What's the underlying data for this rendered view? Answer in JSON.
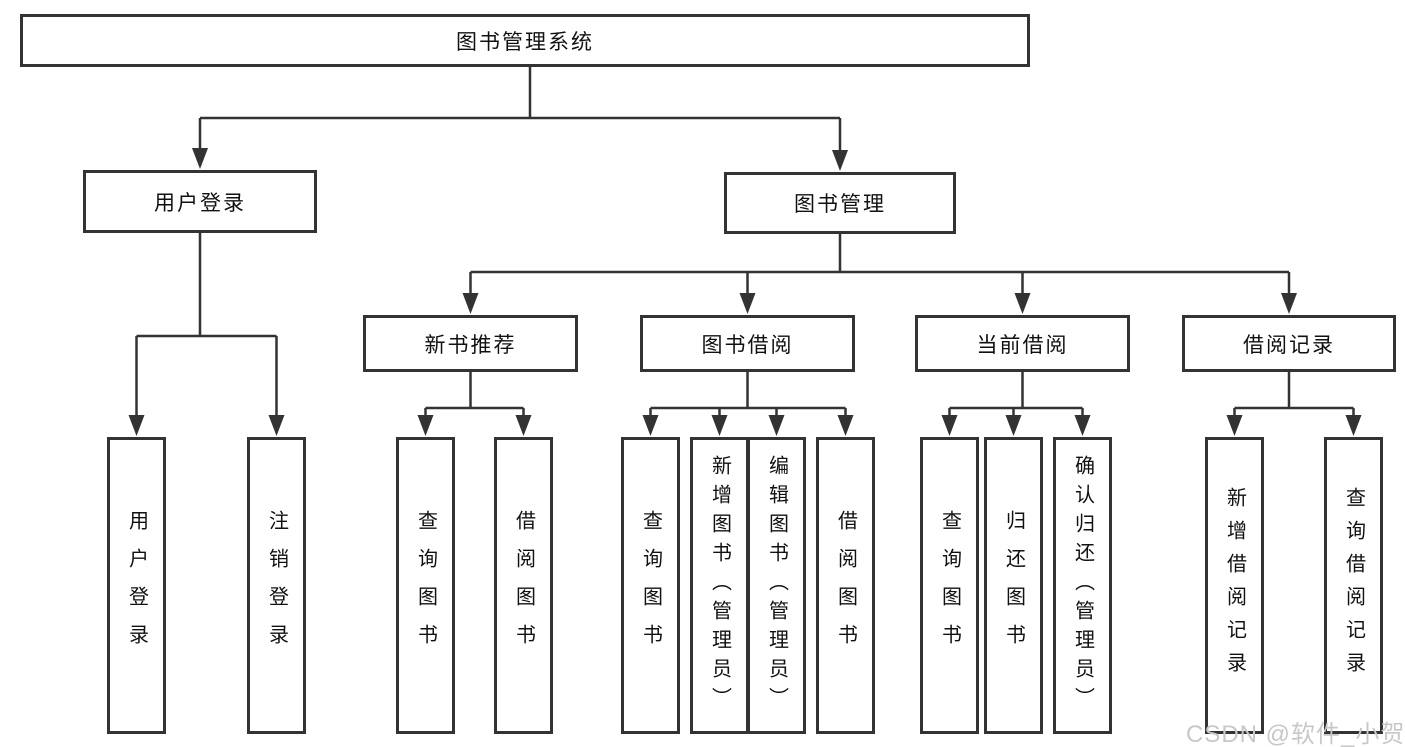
{
  "diagram": {
    "type": "hierarchy-tree",
    "root": {
      "label": "图书管理系统"
    },
    "branches": [
      {
        "label": "用户登录",
        "children": [
          {
            "label": "用户登录"
          },
          {
            "label": "注销登录"
          }
        ]
      },
      {
        "label": "图书管理",
        "children": [
          {
            "label": "新书推荐",
            "children": [
              {
                "label": "查询图书"
              },
              {
                "label": "借阅图书"
              }
            ]
          },
          {
            "label": "图书借阅",
            "children": [
              {
                "label": "查询图书"
              },
              {
                "label": "新增图书（管理员）"
              },
              {
                "label": "编辑图书（管理员）"
              },
              {
                "label": "借阅图书"
              }
            ]
          },
          {
            "label": "当前借阅",
            "children": [
              {
                "label": "查询图书"
              },
              {
                "label": "归还图书"
              },
              {
                "label": "确认归还（管理员）"
              }
            ]
          },
          {
            "label": "借阅记录",
            "children": [
              {
                "label": "新增借阅记录"
              },
              {
                "label": "查询借阅记录"
              }
            ]
          }
        ]
      }
    ]
  },
  "watermark": {
    "text": "CSDN @软件_小贺同学"
  },
  "colors": {
    "line": "#333333",
    "box_border": "#333333",
    "text": "#111111",
    "watermark": "#c8c8c8",
    "background": "#ffffff"
  }
}
